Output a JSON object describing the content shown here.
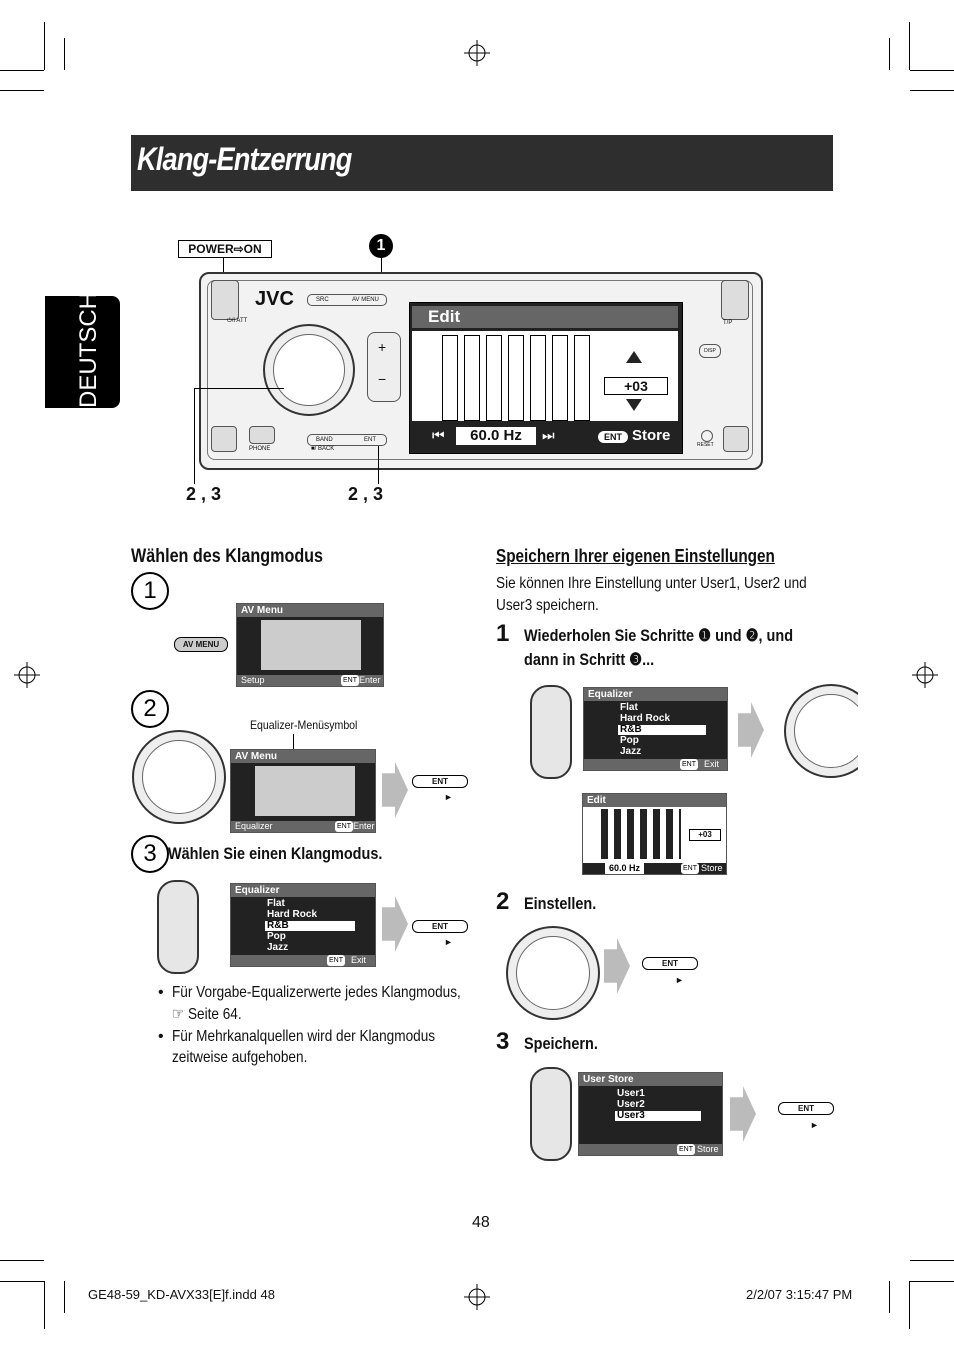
{
  "page": {
    "title": "Klang-Entzerrung",
    "side_tab": "DEUTSCH",
    "page_number": "48",
    "footer_file": "GE48-59_KD-AVX33[E]f.indd   48",
    "footer_date": "2/2/07   3:15:47 PM"
  },
  "device": {
    "power_label": "POWER⇨ON",
    "brand": "JVC",
    "btn_src": "SRC",
    "btn_av_menu": "AV MENU",
    "btn_att": "⏻/I ATT",
    "btn_tp": "T/P",
    "btn_dsp": "DISP",
    "btn_reset": "RESET",
    "btn_phone": "PHONE",
    "btn_band": "BAND",
    "btn_ent": "ENT",
    "btn_back": "■/ BACK",
    "screen_title": "Edit",
    "screen_value": "+03",
    "screen_freq": "60.0 Hz",
    "screen_ent": "ENT",
    "screen_store": "Store",
    "callout_1": "1",
    "callout_23_left": "2 , 3",
    "callout_23_right": "2 , 3"
  },
  "left": {
    "heading": "Wählen des Klangmodus",
    "step1": "1",
    "av_menu_label": "AV MENU",
    "screen1_title": "AV Menu",
    "screen1_foot_left": "Setup",
    "screen1_foot_ent": "ENT",
    "screen1_foot_right": "Enter",
    "step2": "2",
    "eq_symbol_caption": "Equalizer-Menüsymbol",
    "screen2_title": "AV Menu",
    "screen2_foot_left": "Equalizer",
    "screen2_foot_ent": "ENT",
    "screen2_foot_right": "Enter",
    "ent_label": "ENT",
    "step3": "3",
    "step3_text": "Wählen Sie einen Klangmodus.",
    "screen3_title": "Equalizer",
    "screen3_items": [
      "Flat",
      "Hard Rock",
      "R&B",
      "Pop",
      "Jazz"
    ],
    "screen3_foot_ent": "ENT",
    "screen3_foot_right": "Exit",
    "bullet1_line1": "Für Vorgabe-Equalizerwerte jedes Klangmodus,",
    "bullet1_line2": "☞ Seite 64.",
    "bullet2_line1": "Für Mehrkanalquellen wird der Klangmodus",
    "bullet2_line2": "zeitweise aufgehoben."
  },
  "right": {
    "heading": "Speichern Ihrer eigenen Einstellungen",
    "intro_line1": "Sie können Ihre Einstellung unter User1, User2 und",
    "intro_line2": "User3 speichern.",
    "step1_num": "1",
    "step1_line1": "Wiederholen Sie Schritte ❶ und ❷, und",
    "step1_line2": "dann in Schritt ❸...",
    "eq_title": "Equalizer",
    "eq_items": [
      "Flat",
      "Hard Rock",
      "R&B",
      "Pop",
      "Jazz"
    ],
    "eq_foot_ent": "ENT",
    "eq_foot_right": "Exit",
    "edit_title": "Edit",
    "edit_value": "+03",
    "edit_freq": "60.0 Hz",
    "edit_ent": "ENT",
    "edit_store": "Store",
    "step2_num": "2",
    "step2_text": "Einstellen.",
    "ent_label": "ENT",
    "step3_num": "3",
    "step3_text": "Speichern.",
    "store_title": "User Store",
    "store_items": [
      "User1",
      "User2",
      "User3"
    ],
    "store_foot_ent": "ENT",
    "store_foot_right": "Store"
  }
}
